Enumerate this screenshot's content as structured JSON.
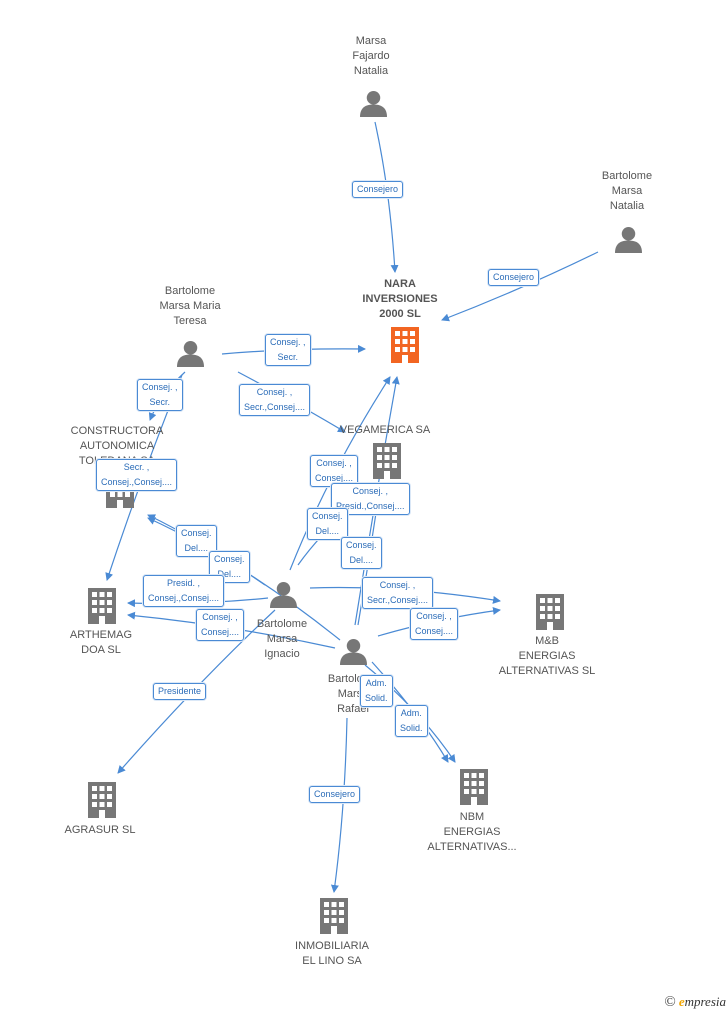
{
  "colors": {
    "edge": "#4a8ad4",
    "company": "#777777",
    "main_company": "#f26522",
    "person": "#777777"
  },
  "nodes": [
    {
      "id": "marsa-fajardo",
      "type": "person",
      "label": "Marsa\nFajardo\nNatalia",
      "icon": "person-icon"
    },
    {
      "id": "bartolome-natalia",
      "type": "person",
      "label": "Bartolome\nMarsa\nNatalia",
      "icon": "person-icon"
    },
    {
      "id": "nara",
      "type": "company-main",
      "label": "NARA\nINVERSIONES\n2000 SL",
      "icon": "building-icon"
    },
    {
      "id": "bartolome-teresa",
      "type": "person",
      "label": "Bartolome\nMarsa Maria\nTeresa",
      "icon": "person-icon"
    },
    {
      "id": "vegamerica",
      "type": "company",
      "label": "VEGAMERICA SA",
      "icon": "building-icon"
    },
    {
      "id": "constructora",
      "type": "company",
      "label": "CONSTRUCTORA\nAUTONOMICA\nTOLEDANA SA",
      "icon": "building-icon"
    },
    {
      "id": "arthemag",
      "type": "company",
      "label": "ARTHEMAG\nDOA SL",
      "icon": "building-icon"
    },
    {
      "id": "bartolome-ignacio",
      "type": "person",
      "label": "Bartolome\nMarsa\nIgnacio",
      "icon": "person-icon"
    },
    {
      "id": "mb-energias",
      "type": "company",
      "label": "M&B\nENERGIAS\nALTERNATIVAS SL",
      "icon": "building-icon"
    },
    {
      "id": "bartolome-rafael",
      "type": "person",
      "label": "Bartolome\nMarsa\nRafael",
      "icon": "person-icon"
    },
    {
      "id": "agrasur",
      "type": "company",
      "label": "AGRASUR SL",
      "icon": "building-icon"
    },
    {
      "id": "nbm-energias",
      "type": "company",
      "label": "NBM\nENERGIAS\nALTERNATIVAS...",
      "icon": "building-icon"
    },
    {
      "id": "inmobiliaria",
      "type": "company",
      "label": "INMOBILIARIA\nEL LINO SA",
      "icon": "building-icon"
    }
  ],
  "edge_labels": [
    {
      "id": "e1",
      "text": "Consejero"
    },
    {
      "id": "e2",
      "text": "Consejero"
    },
    {
      "id": "e3",
      "text": "Consej. ,\nSecr."
    },
    {
      "id": "e4",
      "text": "Consej. ,\nSecr."
    },
    {
      "id": "e5",
      "text": "Consej. ,\nSecr.,Consej...."
    },
    {
      "id": "e6",
      "text": "Secr. ,\nConsej.,Consej...."
    },
    {
      "id": "e7",
      "text": "Consej. ,\nConsej...."
    },
    {
      "id": "e8",
      "text": "Consej. ,\nPresid.,Consej...."
    },
    {
      "id": "e9",
      "text": "Consej.\nDel...."
    },
    {
      "id": "e10",
      "text": "Consej.\nDel...."
    },
    {
      "id": "e11",
      "text": "Consej.\nDel...."
    },
    {
      "id": "e12",
      "text": "Consej.\nDel...."
    },
    {
      "id": "e13",
      "text": "Presid. ,\nConsej.,Consej...."
    },
    {
      "id": "e14",
      "text": "Consej. ,\nConsej...."
    },
    {
      "id": "e15",
      "text": "Consej. ,\nSecr.,Consej...."
    },
    {
      "id": "e16",
      "text": "Consej. ,\nConsej...."
    },
    {
      "id": "e17",
      "text": "Presidente"
    },
    {
      "id": "e18",
      "text": "Adm.\nSolid."
    },
    {
      "id": "e19",
      "text": "Adm.\nSolid."
    },
    {
      "id": "e20",
      "text": "Consejero"
    }
  ],
  "brand": {
    "copyright": "©",
    "name_first": "e",
    "name_rest": "mpresia"
  }
}
